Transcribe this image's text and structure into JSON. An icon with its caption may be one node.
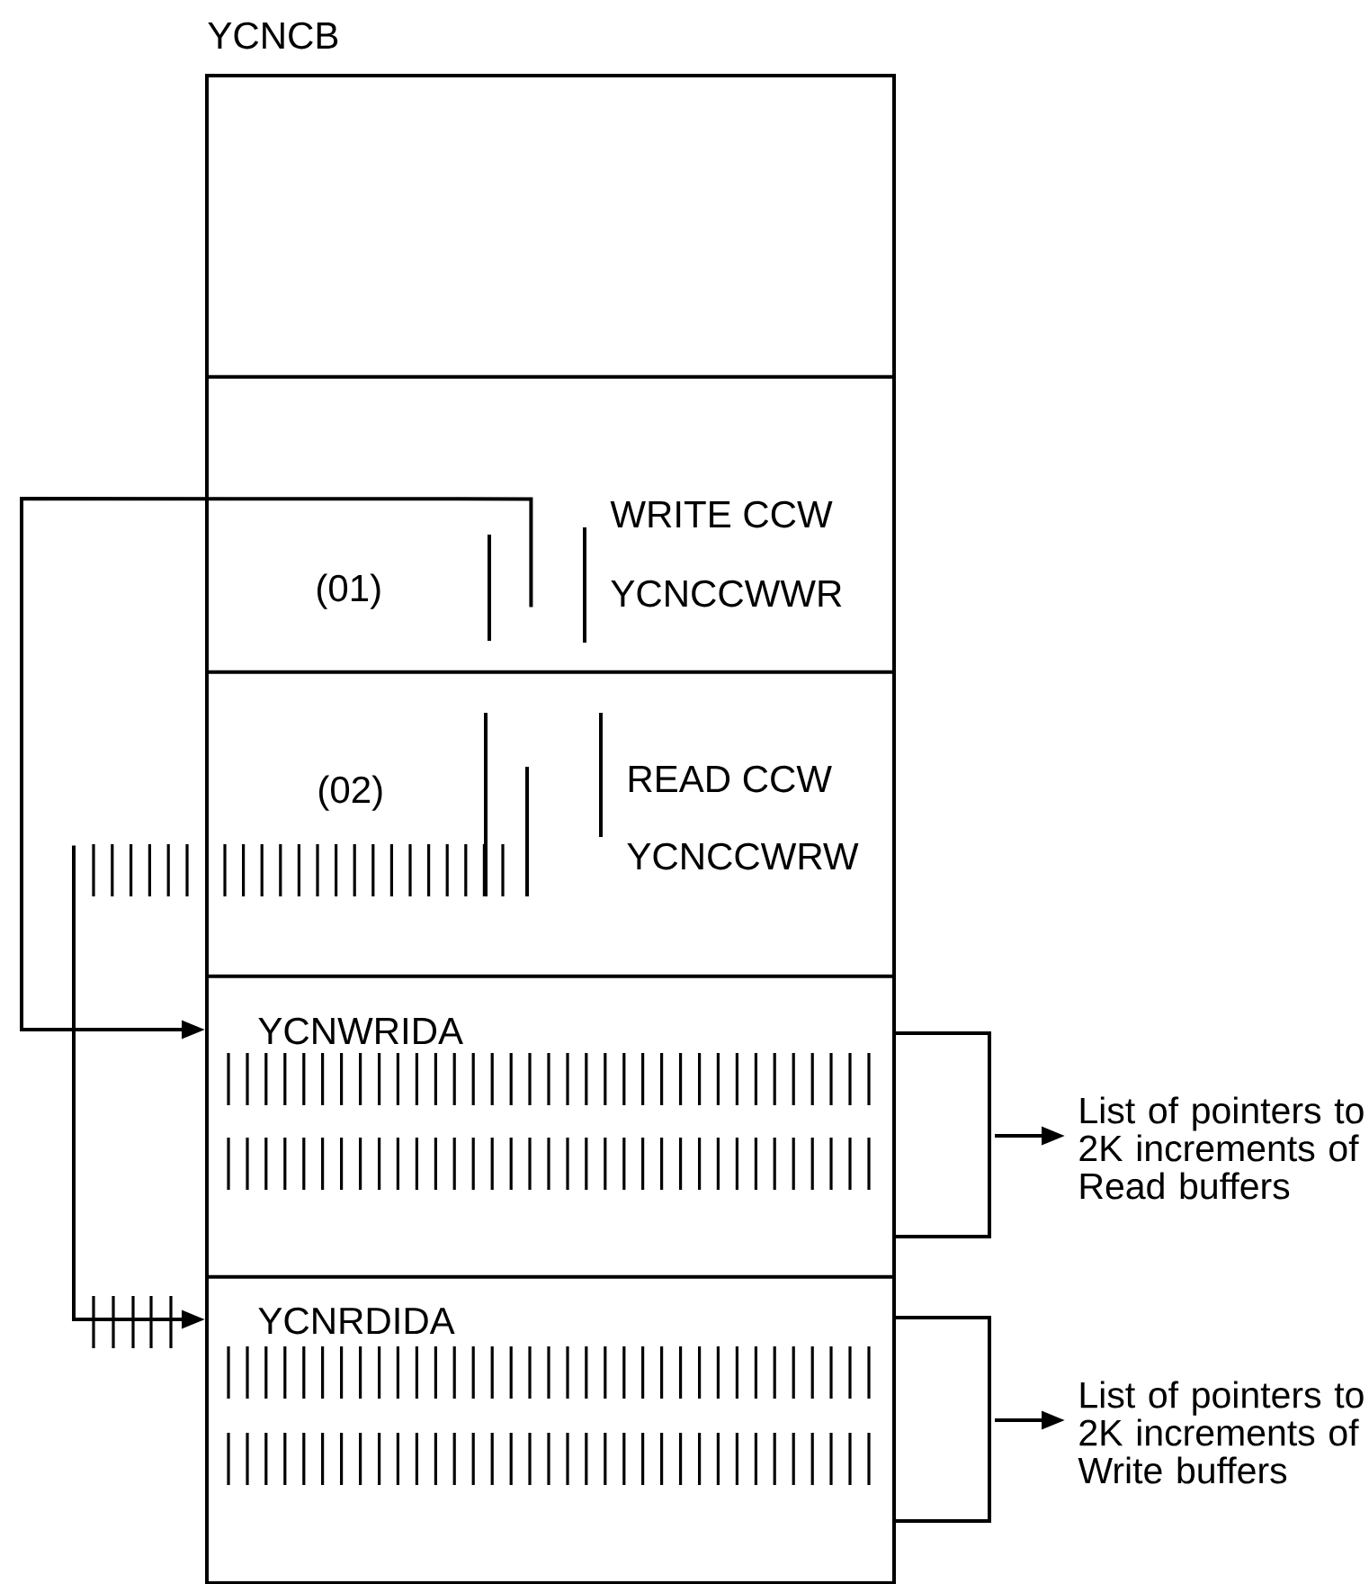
{
  "diagram": {
    "nodes": [
      {
        "text": [
          "YCNCB"
        ]
      },
      {
        "text": [],
        "shape": "box",
        "in": 0
      },
      {
        "text": [
          "(01)",
          "WRITE CCW",
          "YCNCCWWR"
        ],
        "in": 0
      },
      {
        "text": [
          "(02)",
          "READ CCW",
          "YCNCCWRW"
        ],
        "in": 0
      },
      {
        "text": [
          "YCNWRIDA"
        ],
        "in": 0
      },
      {
        "text": [
          "YCNRDIDA"
        ],
        "in": 0
      },
      {
        "text": [
          "List of pointers to 2K increments of Read buffers"
        ]
      },
      {
        "text": [
          "List of pointers to 2K increments of Write buffers"
        ]
      }
    ],
    "edges": [
      {
        "from": 2,
        "to": 4,
        "arrow": "to"
      },
      {
        "from": 3,
        "to": 5,
        "arrow": "to"
      },
      {
        "from": 4,
        "to": 6,
        "arrow": "to"
      },
      {
        "from": 5,
        "to": 7,
        "arrow": "to"
      }
    ]
  }
}
